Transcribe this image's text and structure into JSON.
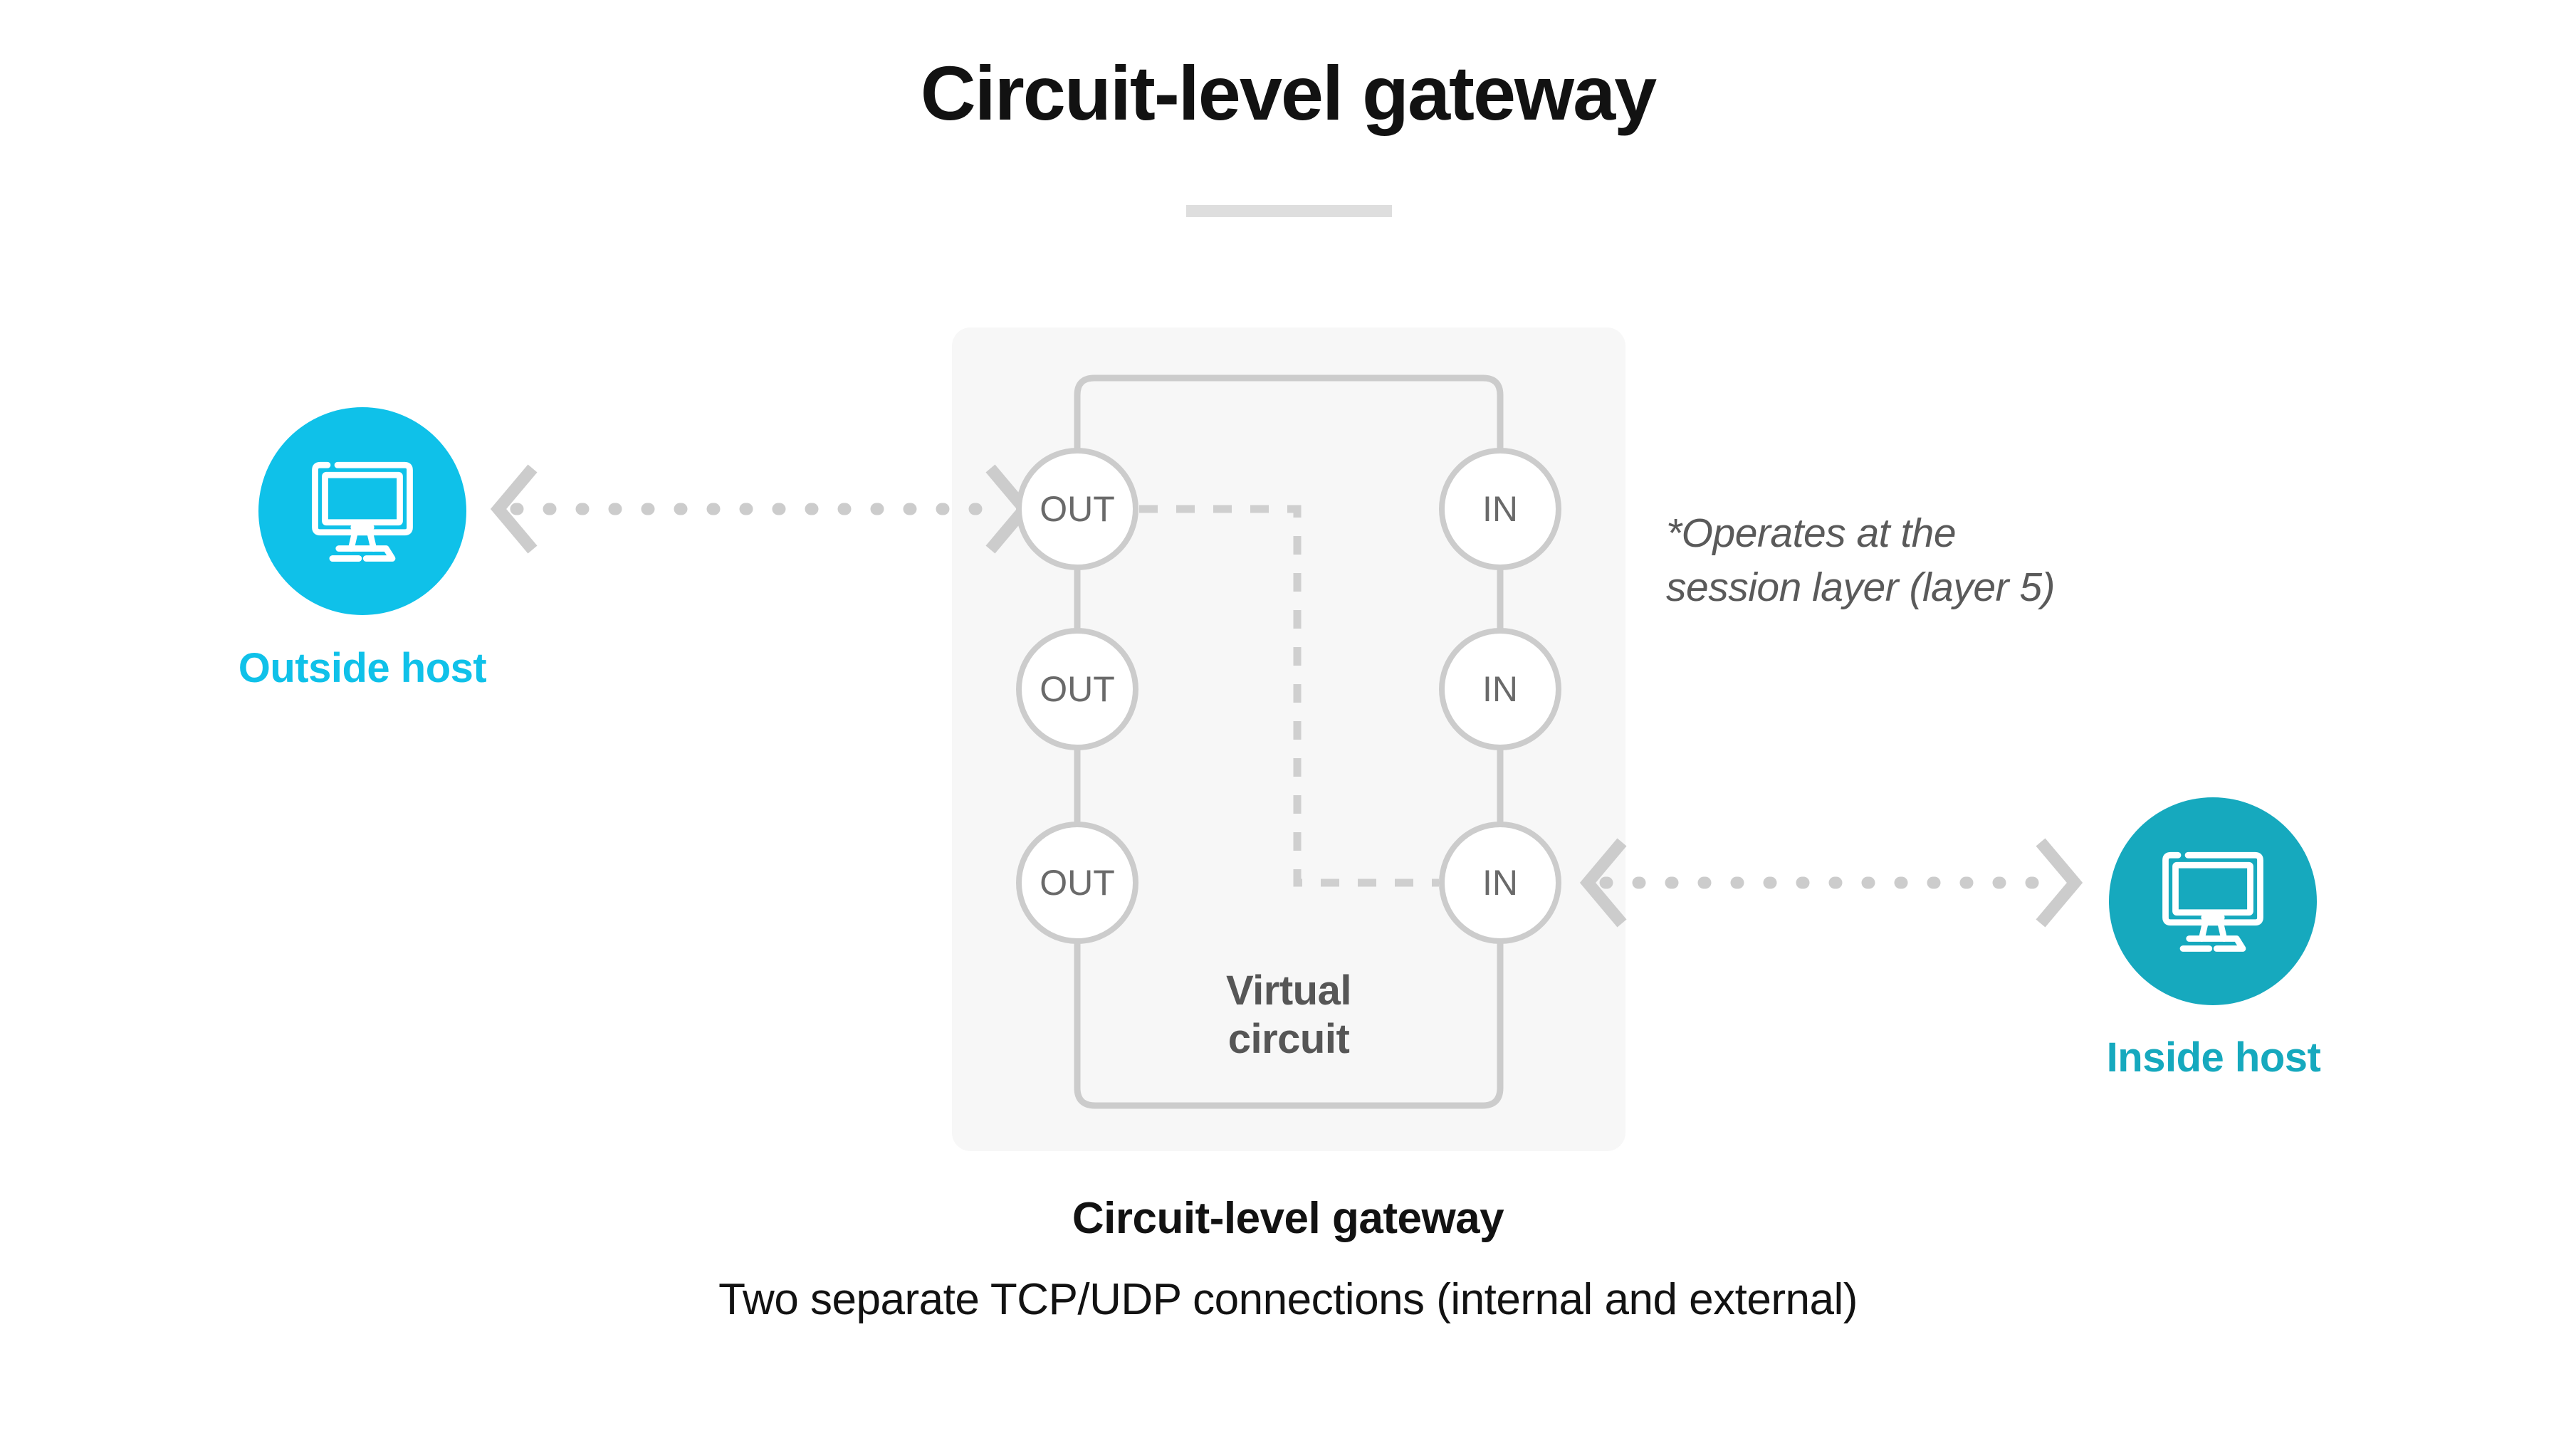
{
  "page": {
    "title": "Circuit-level gateway",
    "background_color": "#ffffff"
  },
  "colors": {
    "title_text": "#121212",
    "divider": "#dedede",
    "outside_host_accent": "#0fc1e9",
    "inside_host_accent": "#16a9be",
    "panel_background": "#f7f7f7",
    "connector_gray": "#cccccc",
    "node_label_gray": "#6a6a6a",
    "virtual_circuit_text": "#565656",
    "note_text": "#5a5a5a"
  },
  "hosts": {
    "outside": {
      "label": "Outside host",
      "icon": "desktop-monitor-icon"
    },
    "inside": {
      "label": "Inside host",
      "icon": "desktop-monitor-icon"
    }
  },
  "gateway": {
    "out_nodes": [
      {
        "label": "OUT"
      },
      {
        "label": "OUT"
      },
      {
        "label": "OUT"
      }
    ],
    "in_nodes": [
      {
        "label": "IN"
      },
      {
        "label": "IN"
      },
      {
        "label": "IN"
      }
    ],
    "virtual_circuit_line1": "Virtual",
    "virtual_circuit_line2": "circuit"
  },
  "note": {
    "line1": "*Operates at the",
    "line2": "session layer (layer 5)"
  },
  "caption": {
    "title": "Circuit-level gateway",
    "subtitle": "Two separate TCP/UDP connections (internal and external)"
  },
  "connectors": {
    "left_arrow": "bidirectional-dashed-arrow",
    "right_arrow": "bidirectional-dashed-arrow",
    "virtual_circuit_path": "dashed-elbow-path"
  }
}
